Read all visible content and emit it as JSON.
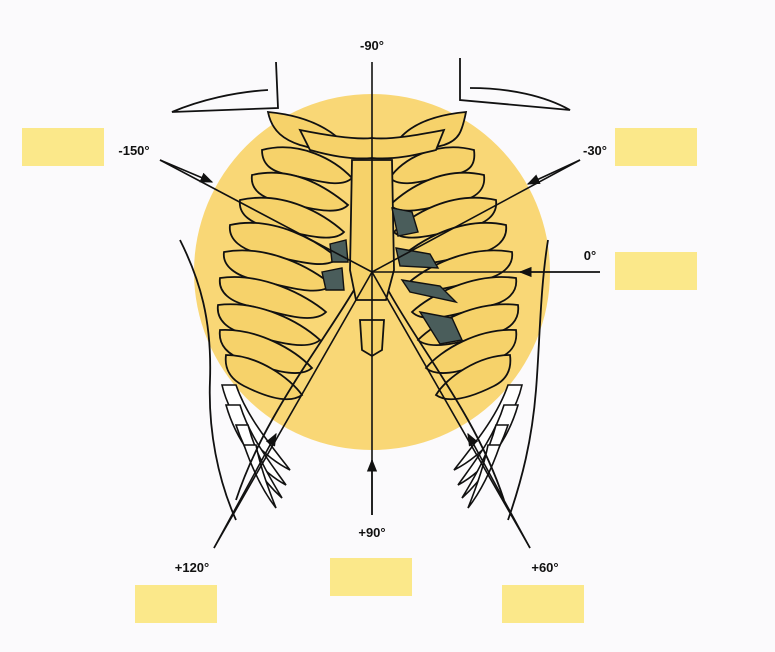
{
  "angle_labels": {
    "minus_90": "-90°",
    "minus_150": "-150°",
    "minus_30": "-30°",
    "zero": "0°",
    "plus_120": "+120°",
    "plus_90": "+90°",
    "plus_60": "+60°"
  },
  "answer_boxes": {
    "count": 6,
    "values": [
      "",
      "",
      "",
      "",
      "",
      ""
    ]
  },
  "colors": {
    "circle": "#f9d776",
    "answer_box": "#fbe88a",
    "heart_patch": "#4a5d5b",
    "lines": "#111111",
    "ribs_fill": "#f6d26a",
    "lower_ribs_fill": "#ffffff"
  }
}
